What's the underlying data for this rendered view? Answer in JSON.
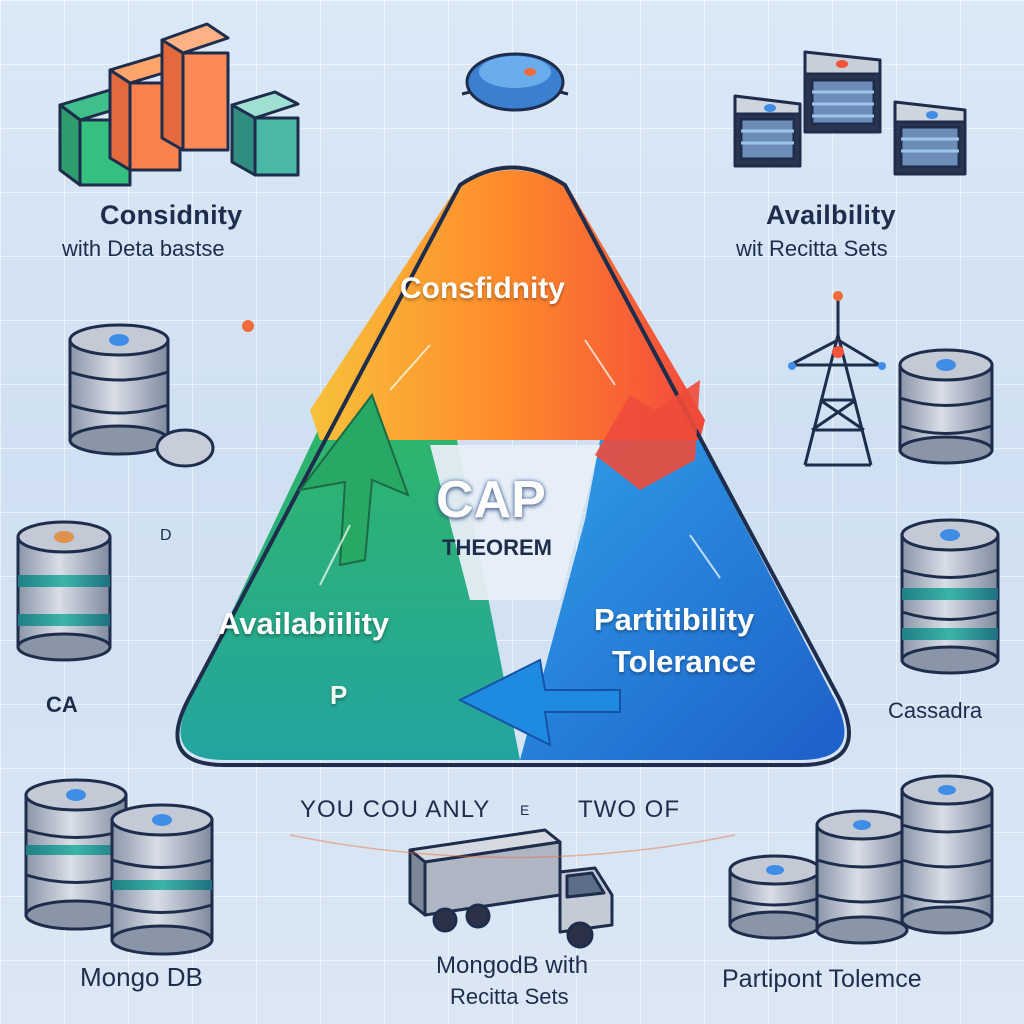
{
  "center": {
    "title": "CAP",
    "subtitle": "THEOREM"
  },
  "triangle": {
    "consistency": "Consfidnity",
    "availability": "Availabiility",
    "partition_line1": "Partitibility",
    "partition_line2": "Tolerance",
    "p_marker": "P"
  },
  "corners": {
    "top_left_title": "Considnity",
    "top_left_sub": "with Deta bastse",
    "top_right_title": "Availbility",
    "top_right_sub": "wit Recitta Sets",
    "ca": "CA",
    "mid_left_small": "D",
    "cassandra": "Cassadra",
    "mongodb": "Mongo DB",
    "mongodb_replica_line1": "MongodB with",
    "mongodb_replica_line2": "Recitta Sets",
    "partition_bottom_right": "Partipont Tolemce"
  },
  "footer": {
    "left": "YOU COU ANLY",
    "mid": "E",
    "right": "TWO OF"
  },
  "colors": {
    "orange": "#ff7a2e",
    "yellow": "#f7b731",
    "red": "#f24c3d",
    "green": "#2fb56b",
    "blue": "#1f86d6",
    "navy": "#1f2d4d"
  },
  "icons": [
    "bar-blocks-icon",
    "globe-icon",
    "server-stack-icon",
    "database-icon",
    "radio-tower-icon",
    "delivery-truck-icon"
  ]
}
